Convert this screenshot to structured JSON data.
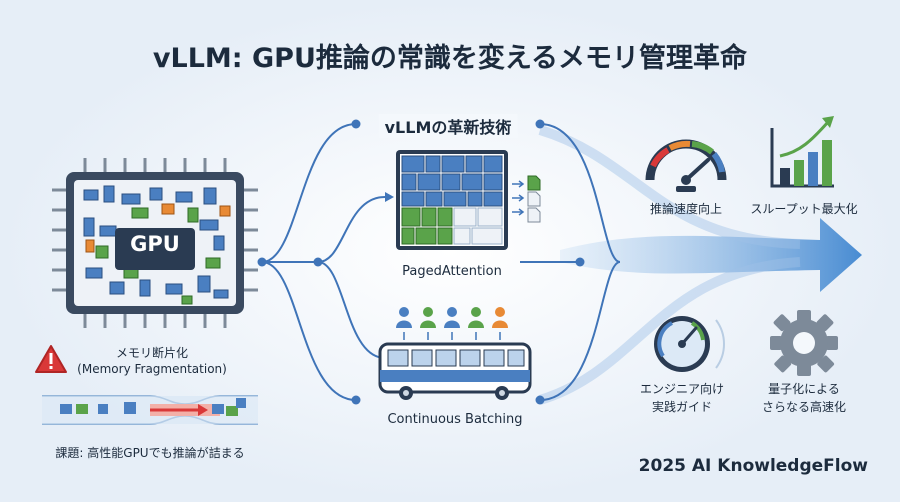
{
  "title": "vLLM: GPU推論の常識を変えるメモリ管理革命",
  "left": {
    "gpu_label": "GPU",
    "problem_label_line1": "メモリ断片化",
    "problem_label_line2": "(Memory Fragmentation)",
    "challenge": "課題: 高性能GPUでも推論が詰まる"
  },
  "center": {
    "section_title": "vLLMの革新技術",
    "paged_attention": "PagedAttention",
    "continuous_batching": "Continuous Batching"
  },
  "benefits": {
    "speed": "推論速度向上",
    "throughput": "スループット最大化",
    "guide_line1": "エンジニア向け",
    "guide_line2": "実践ガイド",
    "quant_line1": "量子化による",
    "quant_line2": "さらなる高速化"
  },
  "footer": "2025 AI KnowledgeFlow",
  "colors": {
    "blue": "#4a7fc1",
    "green": "#5aa34a",
    "orange": "#e88a35",
    "dark": "#2a3b52",
    "warning": "#d93838"
  },
  "icons": [
    "warning-icon",
    "gauge-icon",
    "growth-chart-icon",
    "speedometer-icon",
    "gear-icon",
    "person-icon",
    "bus-icon",
    "document-icon"
  ]
}
